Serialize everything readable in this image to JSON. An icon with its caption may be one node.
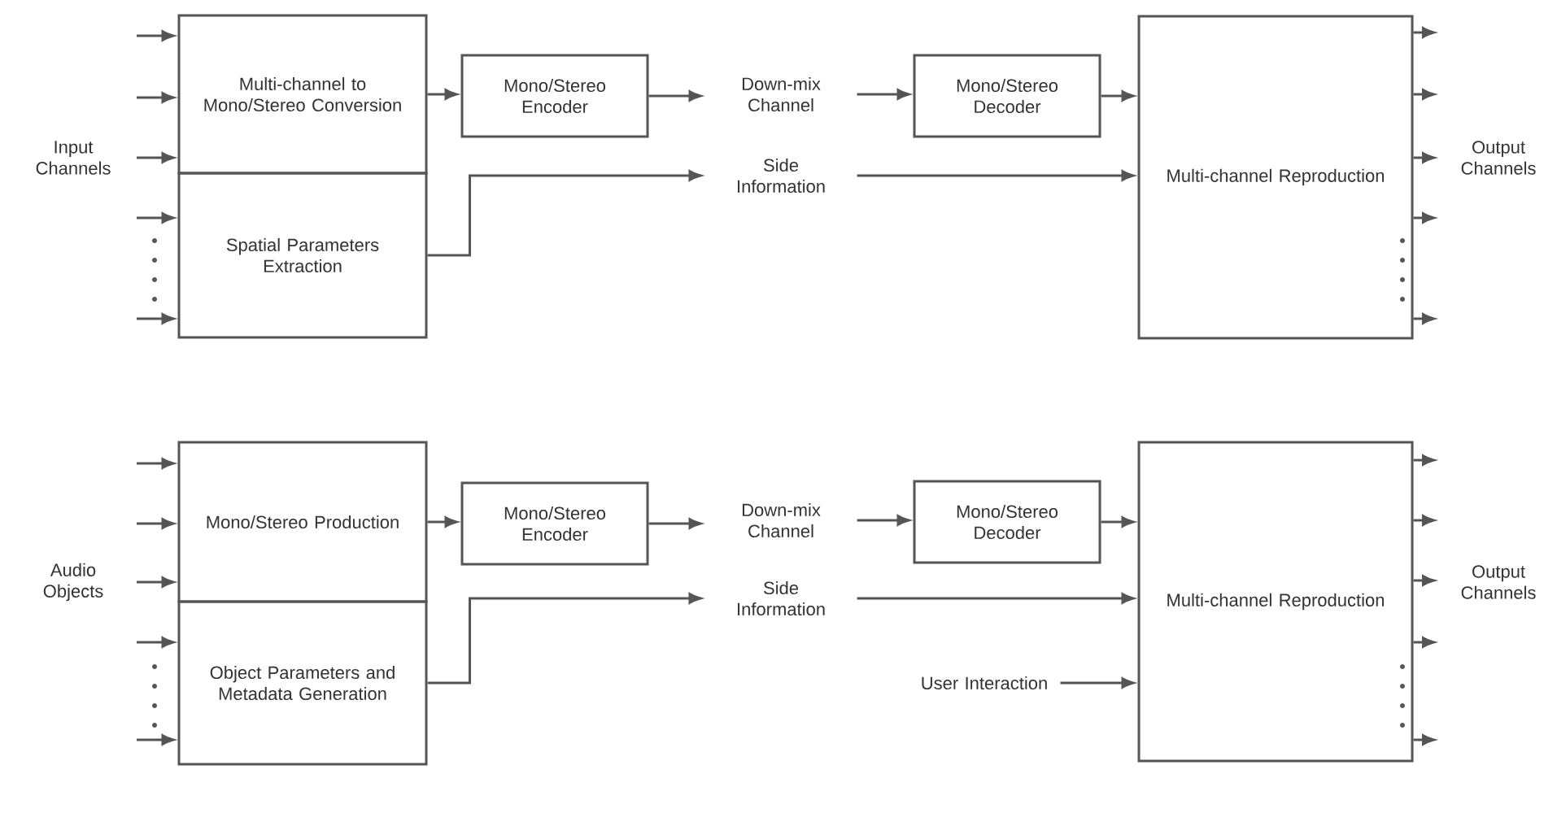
{
  "diagram": {
    "nodes": [
      {
        "text": [
          "Multi-channel to Mono/Stereo Conversion"
        ]
      },
      {
        "text": [
          "Spatial Parameters Extraction"
        ]
      },
      {
        "text": [
          "Mono/Stereo Encoder"
        ]
      },
      {
        "text": [
          "Down-mix Channel"
        ]
      },
      {
        "text": [
          "Side Information"
        ]
      },
      {
        "text": [
          "Mono/Stereo Decoder"
        ]
      },
      {
        "text": [
          "Multi-channel Reproduction"
        ]
      },
      {
        "text": [
          "Mono/Stereo Production"
        ]
      },
      {
        "text": [
          "Object Parameters and Metadata Generation"
        ]
      },
      {
        "text": [
          "Mono/Stereo Encoder"
        ]
      },
      {
        "text": [
          "Down-mix Channel"
        ]
      },
      {
        "text": [
          "Side Information"
        ]
      },
      {
        "text": [
          "Mono/Stereo Decoder"
        ]
      },
      {
        "text": [
          "User Interaction"
        ]
      },
      {
        "text": [
          "Multi-channel Reproduction"
        ]
      }
    ],
    "edges": [
      {
        "from": null,
        "to": 0,
        "arrow": "to"
      },
      {
        "from": null,
        "to": 0,
        "arrow": "to"
      },
      {
        "from": null,
        "to": 0,
        "arrow": "to"
      },
      {
        "from": null,
        "to": 1,
        "arrow": "to"
      },
      {
        "from": null,
        "to": 1,
        "arrow": "to"
      },
      {
        "from": 0,
        "to": 2,
        "arrow": "to"
      },
      {
        "from": 2,
        "to": 3,
        "arrow": "to"
      },
      {
        "from": 1,
        "to": 4,
        "arrow": "to"
      },
      {
        "from": 3,
        "to": 5,
        "arrow": "to"
      },
      {
        "from": 5,
        "to": 6,
        "arrow": "to"
      },
      {
        "from": 4,
        "to": 6,
        "arrow": "to"
      },
      {
        "from": 6,
        "to": null,
        "arrow": "to"
      },
      {
        "from": 6,
        "to": null,
        "arrow": "to"
      },
      {
        "from": 6,
        "to": null,
        "arrow": "to"
      },
      {
        "from": 6,
        "to": null,
        "arrow": "to"
      },
      {
        "from": 6,
        "to": null,
        "arrow": "to"
      },
      {
        "from": null,
        "to": 7,
        "arrow": "to"
      },
      {
        "from": null,
        "to": 7,
        "arrow": "to"
      },
      {
        "from": null,
        "to": 7,
        "arrow": "to"
      },
      {
        "from": null,
        "to": 8,
        "arrow": "to"
      },
      {
        "from": null,
        "to": 8,
        "arrow": "to"
      },
      {
        "from": 7,
        "to": 9,
        "arrow": "to"
      },
      {
        "from": 9,
        "to": 10,
        "arrow": "to"
      },
      {
        "from": 8,
        "to": 11,
        "arrow": "to"
      },
      {
        "from": 10,
        "to": 12,
        "arrow": "to"
      },
      {
        "from": 12,
        "to": 14,
        "arrow": "to"
      },
      {
        "from": 11,
        "to": 14,
        "arrow": "to"
      },
      {
        "from": 13,
        "to": 14,
        "arrow": "to"
      },
      {
        "from": 14,
        "to": null,
        "arrow": "to"
      },
      {
        "from": 14,
        "to": null,
        "arrow": "to"
      },
      {
        "from": 14,
        "to": null,
        "arrow": "to"
      },
      {
        "from": 14,
        "to": null,
        "arrow": "to"
      },
      {
        "from": 14,
        "to": null,
        "arrow": "to"
      }
    ],
    "labels": [
      "Input Channels",
      "Output Channels",
      "Audio Objects",
      "Output Channels"
    ]
  }
}
